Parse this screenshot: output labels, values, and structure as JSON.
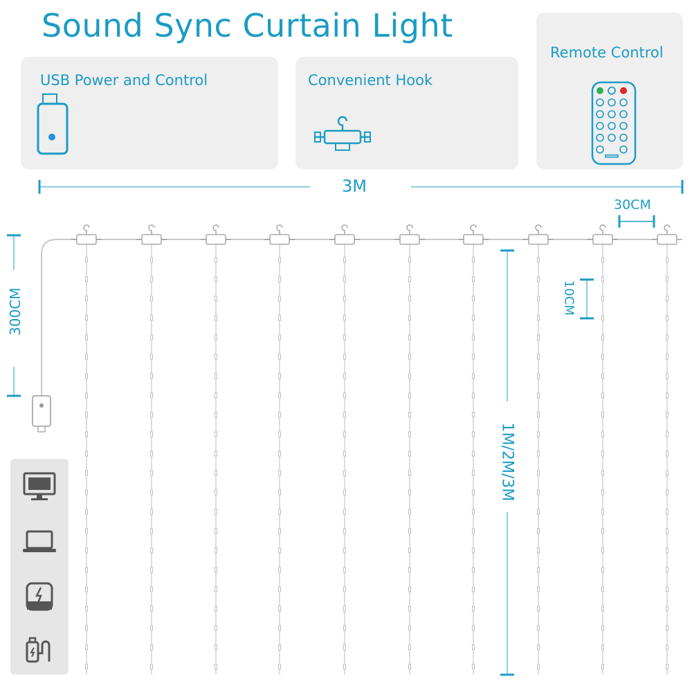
{
  "title": "Sound Sync Curtain Light",
  "panels": [
    {
      "label": "USB Power and Control",
      "icon": "usb-controller-icon"
    },
    {
      "label": "Convenient Hook",
      "icon": "hook-icon"
    },
    {
      "label": "Remote Control",
      "icon": "remote-control-icon"
    }
  ],
  "dimensions": {
    "width": "3M",
    "spacing": "30CM",
    "height": "300CM",
    "bead_spacing": "10CM",
    "lead_length": "1M/2M/3M"
  },
  "power_sources": [
    {
      "icon": "monitor-icon"
    },
    {
      "icon": "laptop-icon"
    },
    {
      "icon": "power-bank-icon"
    },
    {
      "icon": "usb-adapter-icon"
    }
  ],
  "colors": {
    "accent": "#1b9bc4",
    "panel": "#efefef",
    "wire": "#c8c8c8"
  }
}
